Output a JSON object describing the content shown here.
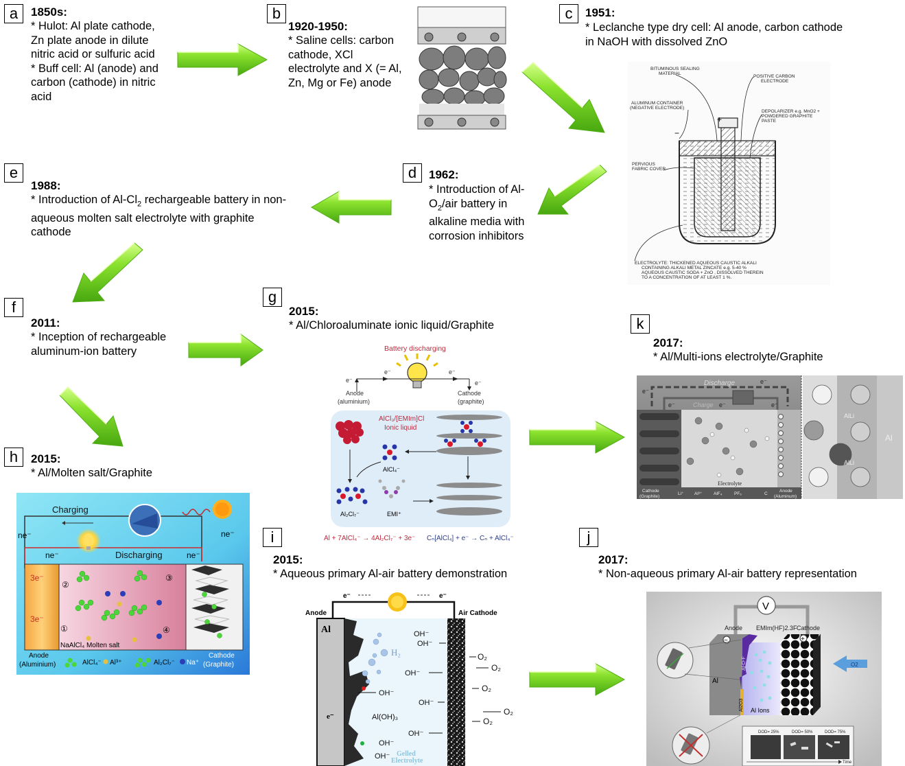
{
  "panels": {
    "a": {
      "label": "a",
      "year": "1850s:",
      "lines": [
        "* Hulot: Al plate cathode,",
        "Zn plate anode in dilute",
        "nitric acid or sulfuric acid",
        "* Buff cell: Al (anode) and",
        "carbon (cathode) in nitric",
        "acid"
      ]
    },
    "b": {
      "label": "b",
      "year": "1920-1950:",
      "lines": [
        "* Saline cells: carbon",
        "cathode, XCl",
        "electrolyte and X (= Al,",
        "Zn, Mg or Fe) anode"
      ]
    },
    "c": {
      "label": "c",
      "year": "1951:",
      "lines": [
        "* Leclanche type dry cell: Al anode, carbon cathode",
        "in NaOH with dissolved ZnO"
      ],
      "diagram": {
        "sealing": "BITUMINOUS  SEALING",
        "sealing2": "MATERIAL",
        "positive": "POSITIVE  CARBON",
        "positive2": "ELECTRODE",
        "container": "ALUMINUM  CONTAINER",
        "container2": "(NEGATIVE  ELECTRODE)",
        "depol": "DEPOLARIZER  e.g. MnO2 +",
        "depol2": "POWDERED  GRAPHITE",
        "depol3": "PASTE",
        "fabric": "PERVIOUS",
        "fabric2": "FABRIC  COVER",
        "plus": "+",
        "minus": "−",
        "elec1": "ELECTROLYTE: THICKENED  AQUEOUS  CAUSTIC  ALKALI",
        "elec2": "CONTAINING  ALKALI  METAL  ZINCATE  e.g.  5-40 %",
        "elec3": "AQUEOUS  CAUSTIC  SODA + ZnO ,  DISSOLVED  THEREIN",
        "elec4": "TO  A  CONCENTRATION  OF  AT  LEAST  1 %."
      }
    },
    "d": {
      "label": "d",
      "year": "1962:",
      "line1": "* Introduction of Al-",
      "line2a": "O",
      "line2sub": "2",
      "line2b": "/air battery in",
      "line3": "alkaline media with",
      "line4": "corrosion inhibitors"
    },
    "e": {
      "label": "e",
      "year": "1988:",
      "line1a": "* Introduction of Al-Cl",
      "line1sub": "2",
      "line1b": " rechargeable battery in non-",
      "line2": "aqueous molten salt electrolyte with graphite",
      "line3": "cathode"
    },
    "f": {
      "label": "f",
      "year": "2011:",
      "lines": [
        "* Inception of rechargeable",
        "aluminum-ion battery"
      ]
    },
    "g": {
      "label": "g",
      "year": "2015:",
      "lines": [
        "* Al/Chloroaluminate ionic liquid/Graphite"
      ],
      "diagram": {
        "title": "Battery discharging",
        "e": "e⁻",
        "anode": "Anode",
        "anode2": "(aluminium)",
        "cathode": "Cathode",
        "cathode2": "(graphite)",
        "il1": "AlCl₃/[EMIm]Cl",
        "il2": "Ionic liquid",
        "alcl4": "AlCl₄⁻",
        "al2cl7": "Al₂Cl₇⁻",
        "emi": "EMI⁺",
        "eq1": "Al + 7AlCl₄⁻ → 4Al₂Cl₇⁻ + 3e⁻",
        "eq2": "Cₙ[AlCl₄] + e⁻ → Cₙ + AlCl₄⁻"
      }
    },
    "h": {
      "label": "h",
      "year": "2015:",
      "lines": [
        "* Al/Molten salt/Graphite"
      ],
      "diagram": {
        "charging": "Charging",
        "discharging": "Discharging",
        "ne": "ne⁻",
        "three_e": "3e⁻",
        "n1": "①",
        "n2": "②",
        "n3": "③",
        "n4": "④",
        "molten": "NaAlCl₄ Molten salt",
        "anode": "Anode",
        "anode2": "(Aluminium)",
        "alcl4": "AlCl₄⁻",
        "al3": "Al³⁺",
        "al2cl7": "Al₂Cl₇⁻",
        "na": "Na⁺",
        "cathode": "Cathode",
        "cathode2": "(Graphite)"
      }
    },
    "i": {
      "label": "i",
      "year": "2015:",
      "lines": [
        "* Aqueous primary Al-air battery demonstration"
      ],
      "diagram": {
        "e": "e⁻",
        "anode": "Anode",
        "aircathode": "Air Cathode",
        "al": "Al",
        "oh": "OH⁻",
        "h2": "H₂",
        "aloh3": "Al(OH)₃",
        "o2": "O₂",
        "gelled": "Gelled",
        "electrolyte": "Electrolyte"
      }
    },
    "j": {
      "label": "j",
      "year": "2017:",
      "lines": [
        "* Non-aqueous primary Al-air battery representation"
      ],
      "diagram": {
        "v": "V",
        "anode": "Anode",
        "electrolyte": "EMIm(HF)2.3F",
        "cathode": "Cathode",
        "al": "Al",
        "alof": "Al-O-F",
        "al2o3": "Al2O3",
        "ions": "Al Ions",
        "o2": "O2",
        "dod": [
          "DOD= 25%",
          "DOD= 50%",
          "DOD= 75%"
        ],
        "time": "Time",
        "minus": "−",
        "plus": "+"
      }
    },
    "k": {
      "label": "k",
      "year": "2017:",
      "lines": [
        "* Al/Multi-ions electrolyte/Graphite"
      ],
      "diagram": {
        "discharge": "Discharge",
        "charge": "Charge",
        "e": "e⁻",
        "electrolyte": "Electrolyte",
        "cathode": "Cathode",
        "cathode2": "(Graphite)",
        "li": "Li⁺",
        "al3": "Al³⁺",
        "alf4": "AlF₄",
        "pf6": "PF₆",
        "c": "C",
        "anode": "Anode",
        "anode2": "(Aluminum)",
        "alli": "AlLi",
        "al": "Al"
      }
    }
  },
  "colors": {
    "arrow_green": "#6ad21c",
    "arrow_light": "#b8f55a",
    "arrow_dark": "#3e9a0c",
    "red": "#c0283a",
    "navy": "#2c3c8a"
  }
}
